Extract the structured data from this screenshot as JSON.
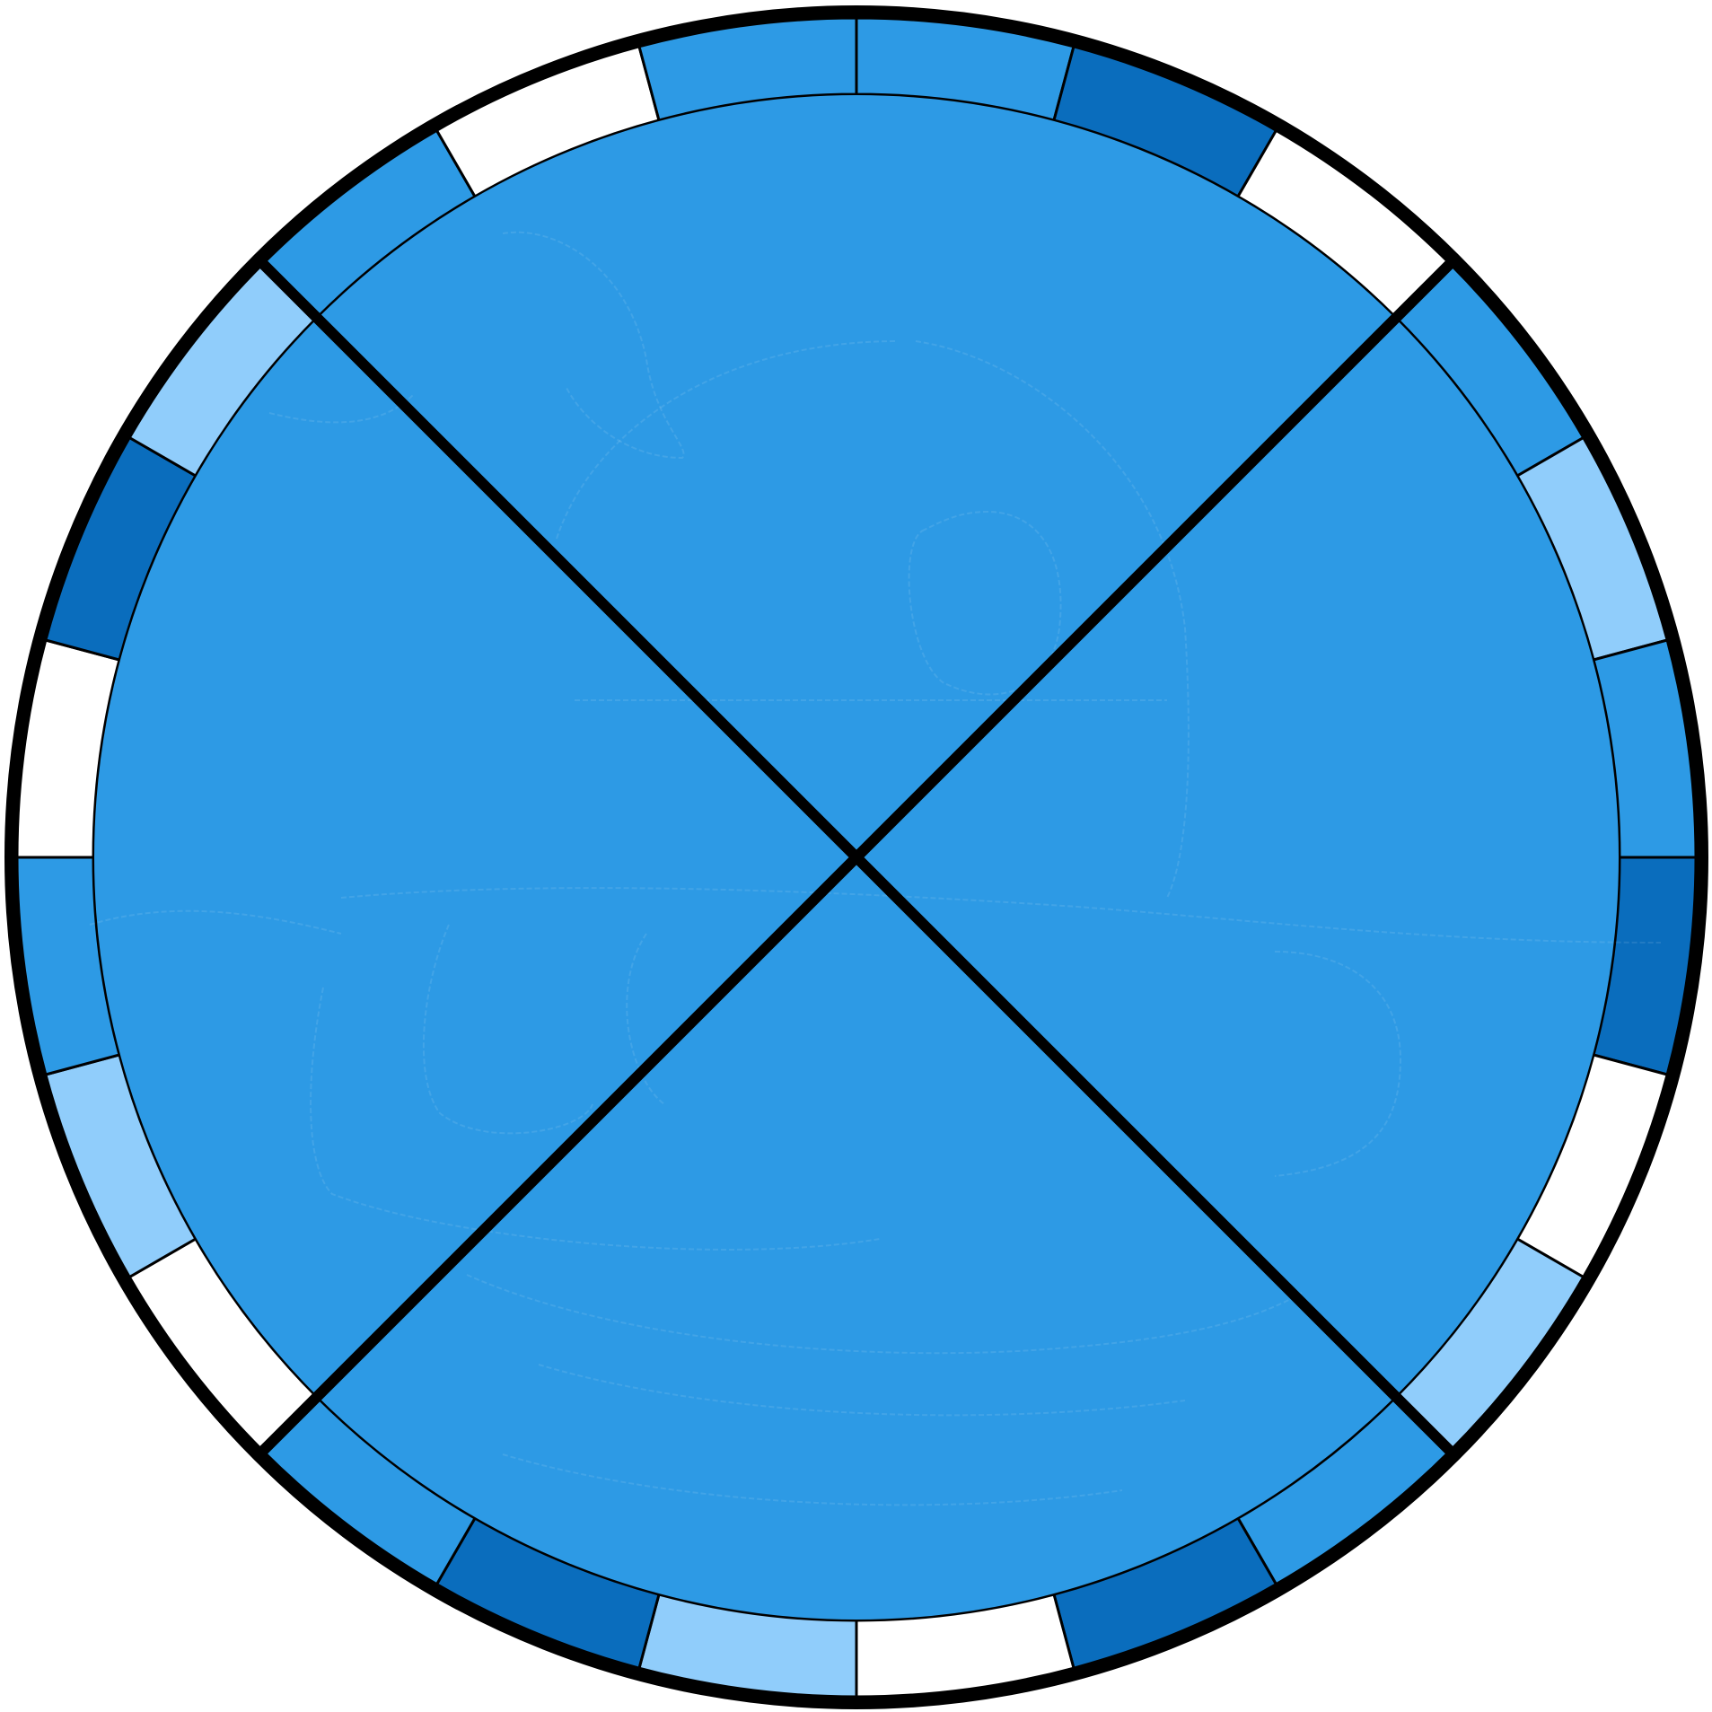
{
  "colors": {
    "background": "#ffffff",
    "disc": "#2d9ae5",
    "outline": "#000000",
    "segment_palette": {
      "white": "#ffffff",
      "medium": "#2d9ae5",
      "dark": "#0a6dbd",
      "light": "#90cdfb"
    }
  },
  "ring": {
    "segment_count": 24,
    "start_heading_deg": 0,
    "direction": "clockwise",
    "segments": [
      "medium",
      "dark",
      "white",
      "medium",
      "light",
      "medium",
      "dark",
      "white",
      "light",
      "medium",
      "dark",
      "white",
      "light",
      "dark",
      "medium",
      "white",
      "light",
      "medium",
      "white",
      "dark",
      "light",
      "medium",
      "white",
      "medium"
    ]
  },
  "cross": {
    "arms_deg": [
      45,
      135,
      225,
      315
    ]
  },
  "watermark": {
    "description_icon": "faint-ghost-drawing-icon"
  }
}
